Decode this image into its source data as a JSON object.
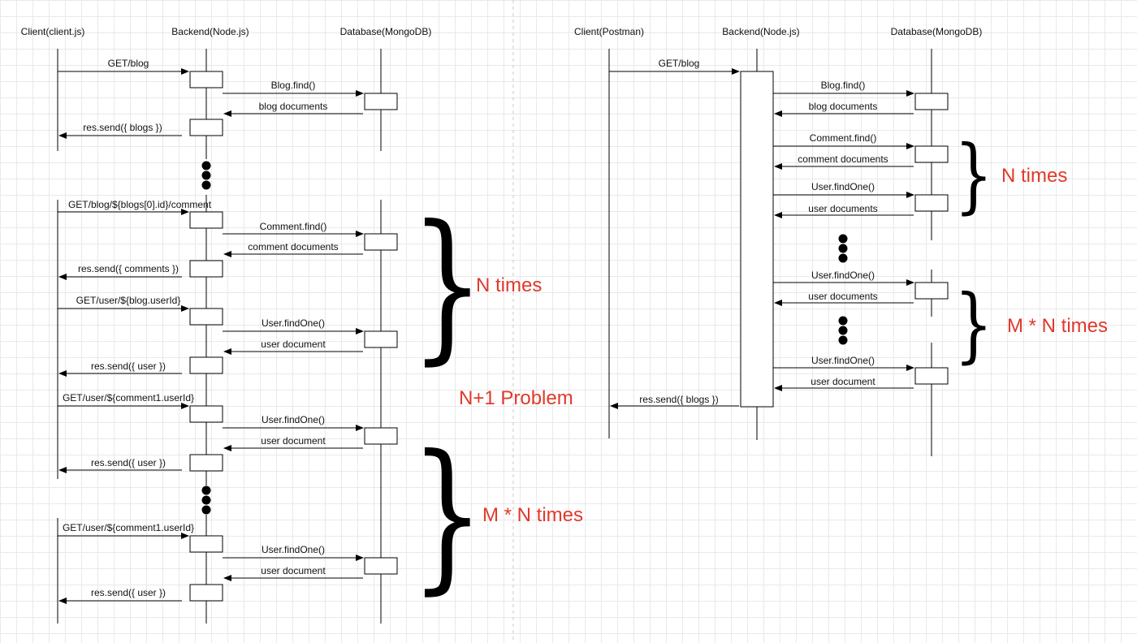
{
  "left": {
    "headers": [
      "Client(client.js)",
      "Backend(Node.js)",
      "Database(MongoDB)"
    ],
    "messages": [
      "GET/blog",
      "Blog.find()",
      "blog documents",
      "res.send({ blogs })",
      "GET/blog/${blogs[0].id}/comment",
      "Comment.find()",
      "comment documents",
      "res.send({ comments })",
      "GET/user/${blog.userId}",
      "User.findOne()",
      "user document",
      "res.send({ user })",
      "GET/user/${comment1.userId}",
      "User.findOne()",
      "user document",
      "res.send({ user })",
      "GET/user/${comment1.userId}",
      "User.findOne()",
      "user document",
      "res.send({ user })"
    ],
    "annotations": {
      "n_times": "N times",
      "problem": "N+1 Problem",
      "mn_times": "M * N times"
    }
  },
  "right": {
    "headers": [
      "Client(Postman)",
      "Backend(Node.js)",
      "Database(MongoDB)"
    ],
    "messages": [
      "GET/blog",
      "Blog.find()",
      "blog documents",
      "Comment.find()",
      "comment documents",
      "User.findOne()",
      "user documents",
      "User.findOne()",
      "user documents",
      "User.findOne()",
      "user document",
      "res.send({ blogs })"
    ],
    "annotations": {
      "n_times": "N times",
      "mn_times": "M * N times"
    }
  },
  "colors": {
    "annotation": "#e0392b",
    "line": "#000000",
    "grid": "#e9e9e9"
  }
}
